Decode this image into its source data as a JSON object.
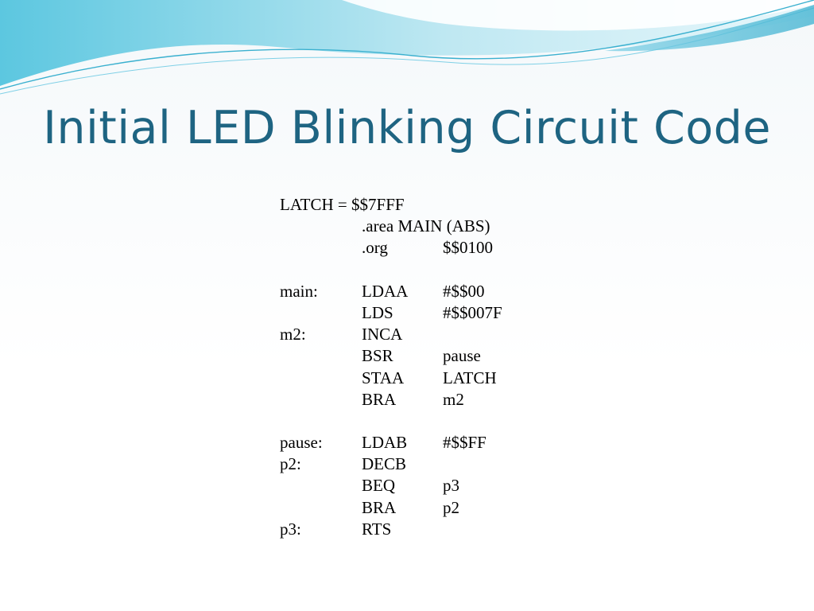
{
  "title": "Initial LED Blinking Circuit Code",
  "code_lines": [
    {
      "label": "LATCH = $$7FFF",
      "op": "",
      "arg": ""
    },
    {
      "label": "",
      "op": ".area MAIN (ABS)",
      "arg": ""
    },
    {
      "label": "",
      "op": ".org",
      "arg": "$$0100"
    },
    {
      "gap": true
    },
    {
      "label": "main:",
      "op": "LDAA",
      "arg": "#$$00"
    },
    {
      "label": "",
      "op": "LDS",
      "arg": "#$$007F"
    },
    {
      "label": "m2:",
      "op": "INCA",
      "arg": ""
    },
    {
      "label": "",
      "op": "BSR",
      "arg": "pause"
    },
    {
      "label": "",
      "op": "STAA",
      "arg": "LATCH"
    },
    {
      "label": "",
      "op": "BRA",
      "arg": "m2"
    },
    {
      "gap": true
    },
    {
      "label": "pause:",
      "op": "LDAB",
      "arg": "#$$FF"
    },
    {
      "label": "p2:",
      "op": "DECB",
      "arg": ""
    },
    {
      "label": "",
      "op": "BEQ",
      "arg": "p3"
    },
    {
      "label": "",
      "op": "BRA",
      "arg": "p2"
    },
    {
      "label": "p3:",
      "op": "RTS",
      "arg": ""
    }
  ],
  "colors": {
    "title": "#1e6482",
    "wave_light": "#bfe8f2",
    "wave_mid": "#7fd0e6",
    "wave_dark": "#3ab0cf"
  }
}
